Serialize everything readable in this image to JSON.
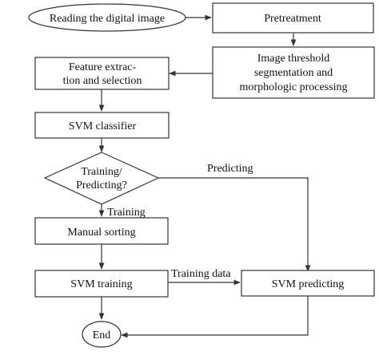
{
  "diagram": {
    "nodes": {
      "read_image": {
        "label": "Reading the digital image"
      },
      "pretreatment": {
        "label": "Pretreatment"
      },
      "threshold": {
        "lines": [
          "Image threshold",
          "segmentation and",
          "morphologic processing"
        ]
      },
      "feature": {
        "lines": [
          "Feature extrac-",
          "tion and selection"
        ]
      },
      "svm_classifier": {
        "label": "SVM classifier"
      },
      "decision": {
        "lines": [
          "Training/",
          "Predicting?"
        ]
      },
      "manual_sorting": {
        "label": "Manual sorting"
      },
      "svm_training": {
        "label": "SVM training"
      },
      "svm_predicting": {
        "label": "SVM predicting"
      },
      "end": {
        "label": "End"
      }
    },
    "edge_labels": {
      "predicting": "Predicting",
      "training": "Training",
      "training_data": "Training data"
    }
  }
}
